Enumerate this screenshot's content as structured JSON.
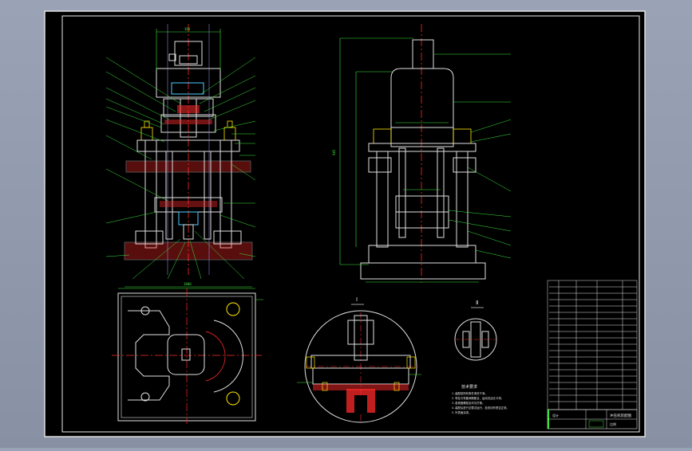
{
  "drawing": {
    "view_labels": {
      "section_1": "Ⅰ",
      "section_2": "Ⅱ"
    },
    "overall_height_dim": "945",
    "top_width_dim": "360",
    "base_width_dim": "1000",
    "technical_requirements": {
      "title": "技术要求",
      "lines": [
        "1.装配前所有零件清洗干净。",
        "2.导柱与导套间隙配合，运动灵活无卡滞。",
        "3.各紧固螺栓应均匀拧紧。",
        "4.装配后进行空载试运行，检查动作是否正常。",
        "5.外表面涂漆。"
      ]
    },
    "title_block": {
      "drawing_title": "冲压机装配图",
      "scale_label": "比例",
      "drawn_label": "设计"
    }
  }
}
